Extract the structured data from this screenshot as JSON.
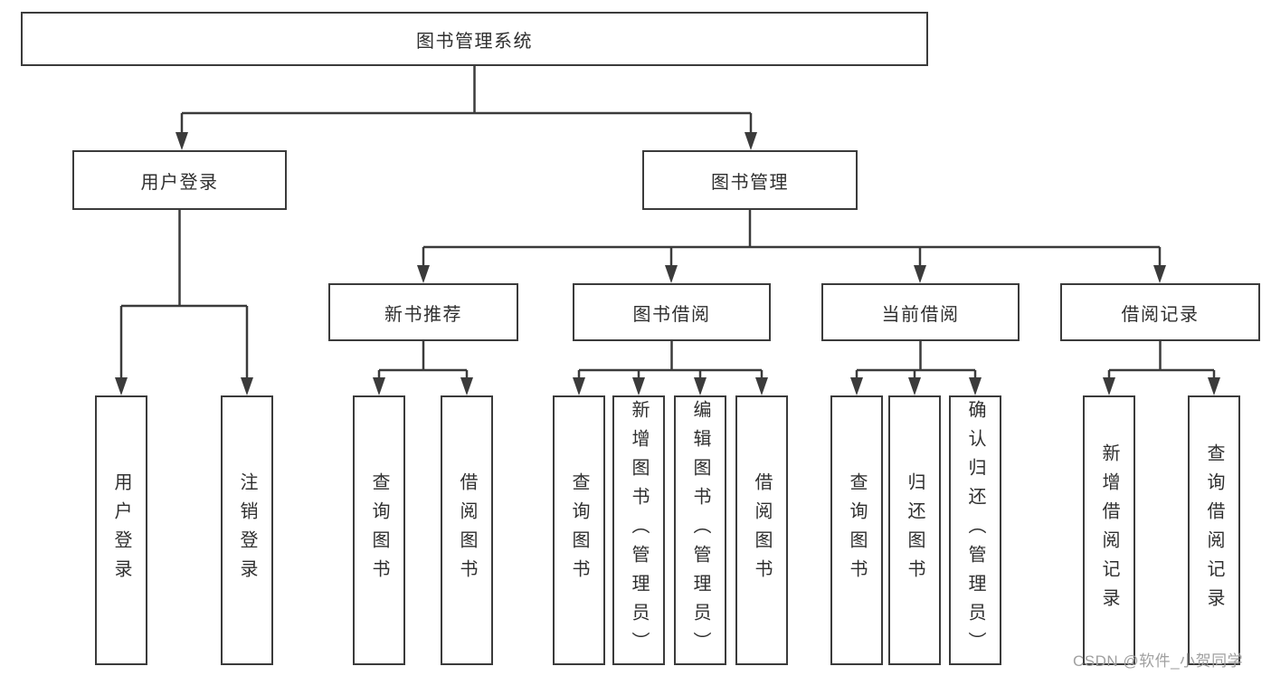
{
  "tree": {
    "root": {
      "label": "图书管理系统"
    },
    "branches": [
      {
        "label": "用户登录",
        "children": [
          {
            "label": "用户登录"
          },
          {
            "label": "注销登录"
          }
        ]
      },
      {
        "label": "图书管理",
        "children": [
          {
            "label": "新书推荐",
            "children": [
              {
                "label": "查询图书"
              },
              {
                "label": "借阅图书"
              }
            ]
          },
          {
            "label": "图书借阅",
            "children": [
              {
                "label": "查询图书"
              },
              {
                "label": "新增图书（管理员）"
              },
              {
                "label": "编辑图书（管理员）"
              },
              {
                "label": "借阅图书"
              }
            ]
          },
          {
            "label": "当前借阅",
            "children": [
              {
                "label": "查询图书"
              },
              {
                "label": "归还图书"
              },
              {
                "label": "确认归还（管理员）"
              }
            ]
          },
          {
            "label": "借阅记录",
            "children": [
              {
                "label": "新增借阅记录"
              },
              {
                "label": "查询借阅记录"
              }
            ]
          }
        ]
      }
    ]
  },
  "watermark": {
    "text": "CSDN @软件_小贺同学"
  },
  "colors": {
    "line": "#3b3b3b",
    "text": "#2f2f2f",
    "bg": "#ffffff",
    "watermark": "#a0a0a0"
  }
}
